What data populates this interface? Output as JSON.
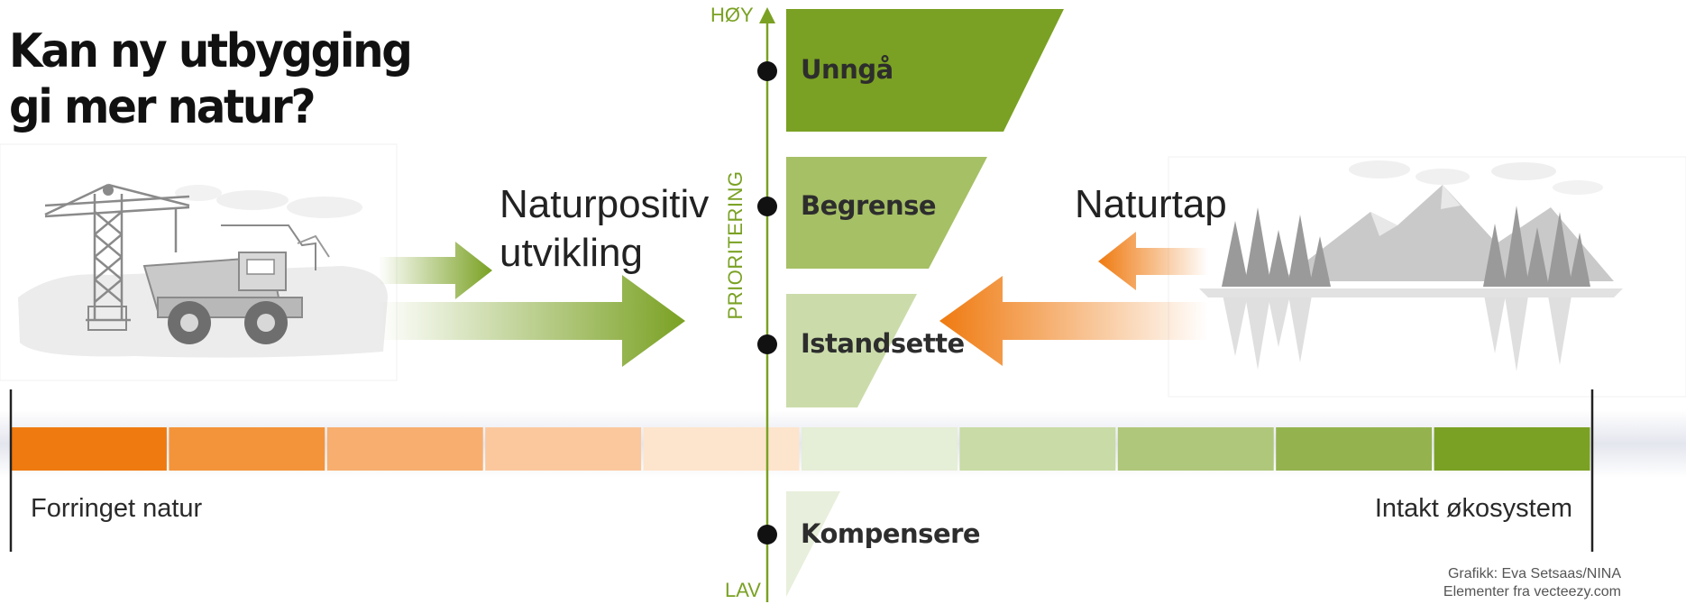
{
  "title": {
    "line1": "Kan ny utbygging",
    "line2": "gi mer natur?"
  },
  "labels": {
    "naturpositiv_line1": "Naturpositiv",
    "naturpositiv_line2": "utvikling",
    "naturtap": "Naturtap"
  },
  "axis": {
    "top": "HØY",
    "bottom": "LAV",
    "name": "PRIORITERING"
  },
  "tiers": [
    {
      "label": "Unngå",
      "color": "#7aa123"
    },
    {
      "label": "Begrense",
      "color": "#a6c065"
    },
    {
      "label": "Istandsette",
      "color": "#cbdcaa"
    },
    {
      "label": "Kompensere",
      "color": "#e8efdc"
    }
  ],
  "scale": {
    "left": "Forringet natur",
    "right": "Intakt økosystem",
    "segments": [
      "#ef7a10",
      "#f3943a",
      "#f7ae6e",
      "#fbc89e",
      "#fde4cc",
      "#e5eed6",
      "#c9dba6",
      "#afc77a",
      "#94b34f",
      "#7aa123"
    ]
  },
  "colors": {
    "green": "#7aa123",
    "orange": "#ef7a10"
  },
  "credit": {
    "line1": "Grafikk: Eva Setsaas/NINA",
    "line2": "Elementer fra vecteezy.com"
  }
}
